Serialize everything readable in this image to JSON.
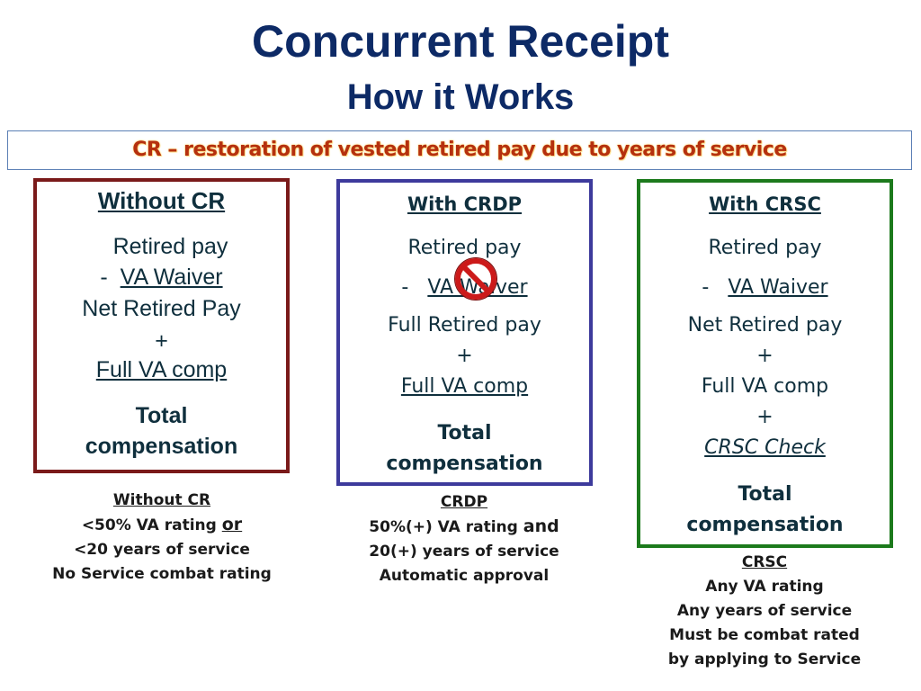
{
  "header": {
    "title": "Concurrent Receipt",
    "subtitle": "How it Works"
  },
  "banner": {
    "text": "CR – restoration of vested retired pay due to years of service"
  },
  "colors": {
    "title": "#0d2a66",
    "banner_text": "#b5300f",
    "without_border": "#7a1a1a",
    "crdp_border": "#3d3a9c",
    "crsc_border": "#1c7a1c"
  },
  "without_cr": {
    "heading": "Without CR",
    "retired_pay": "Retired pay",
    "va_waiver_prefix": "-",
    "va_waiver": "VA Waiver",
    "net": "Net Retired Pay",
    "plus": "+",
    "full_va": "Full VA comp",
    "total_1": "Total",
    "total_2": "compensation"
  },
  "with_crdp": {
    "heading": "With CRDP",
    "retired_pay": "Retired pay",
    "va_waiver_prefix": "-",
    "va_waiver": "VA Waiver",
    "full_retired": "Full Retired pay",
    "plus": "+",
    "full_va": "Full VA comp",
    "total_1": "Total",
    "total_2": "compensation",
    "strike_icon": "no-sign-icon"
  },
  "with_crsc": {
    "heading": "With CRSC",
    "retired_pay": "Retired pay",
    "va_waiver_prefix": "-",
    "va_waiver": "VA Waiver",
    "net": "Net Retired pay",
    "plus_1": "+",
    "full_va": "Full VA comp",
    "plus_2": "+",
    "crsc_check": "CRSC Check",
    "total_1": "Total",
    "total_2": "compensation"
  },
  "notes": {
    "without": {
      "heading": "Without CR",
      "line1_a": "<50% VA rating ",
      "line1_b": "or",
      "line2": "<20 years of service",
      "line3": "No Service combat rating"
    },
    "crdp": {
      "heading": "CRDP",
      "line1_a": "50%(+) VA rating ",
      "line1_b": "and",
      "line2": "20(+) years of service",
      "line3": "Automatic approval"
    },
    "crsc": {
      "heading": "CRSC",
      "line1": "Any VA rating",
      "line2": "Any years of service",
      "line3": "Must be combat rated",
      "line4": "by applying to Service"
    }
  }
}
